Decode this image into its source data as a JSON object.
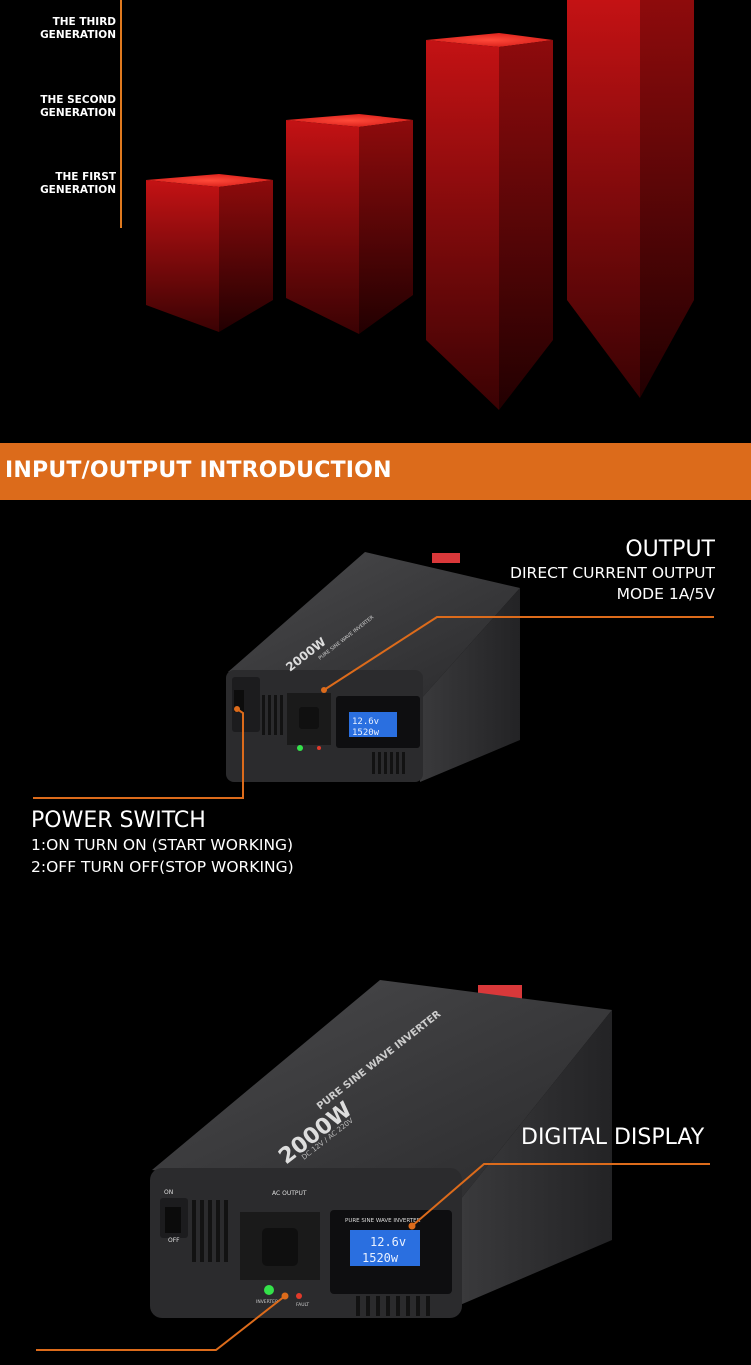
{
  "generations": [
    {
      "line1": "THE THIRD",
      "line2": "GENERATION"
    },
    {
      "line1": "THE SECOND",
      "line2": "GENERATION"
    },
    {
      "line1": "THE FIRST",
      "line2": "GENERATION"
    }
  ],
  "banner": {
    "title": "INPUT/OUTPUT INTRODUCTION"
  },
  "output": {
    "title": "OUTPUT",
    "line1": "DIRECT CURRENT OUTPUT",
    "line2": "MODE 1A/5V"
  },
  "power_switch": {
    "title": "POWER SWITCH",
    "line1": "1:ON TURN ON (START WORKING)",
    "line2": "2:OFF TURN OFF(STOP WORKING)"
  },
  "digital_display": {
    "title": "DIGITAL DISPLAY"
  },
  "device": {
    "power_label": "2000W",
    "model_label": "PURE SINE WAVE INVERTER",
    "spec_label": "DC 12V / AC 220V",
    "ac_output_label": "AC OUTPUT",
    "on_label": "ON",
    "off_label": "OFF",
    "panel_title": "PURE SINE WAVE INVERTER",
    "voltage_reading": "12.6v",
    "watt_reading": "1520w",
    "inverter_label": "INVERTER",
    "fault_label": "FAULT"
  },
  "colors": {
    "accent": "#dc6b1b",
    "bar_red": "#b80f10",
    "led_green": "#34e24a",
    "lcd_blue": "#2a6fe0"
  }
}
